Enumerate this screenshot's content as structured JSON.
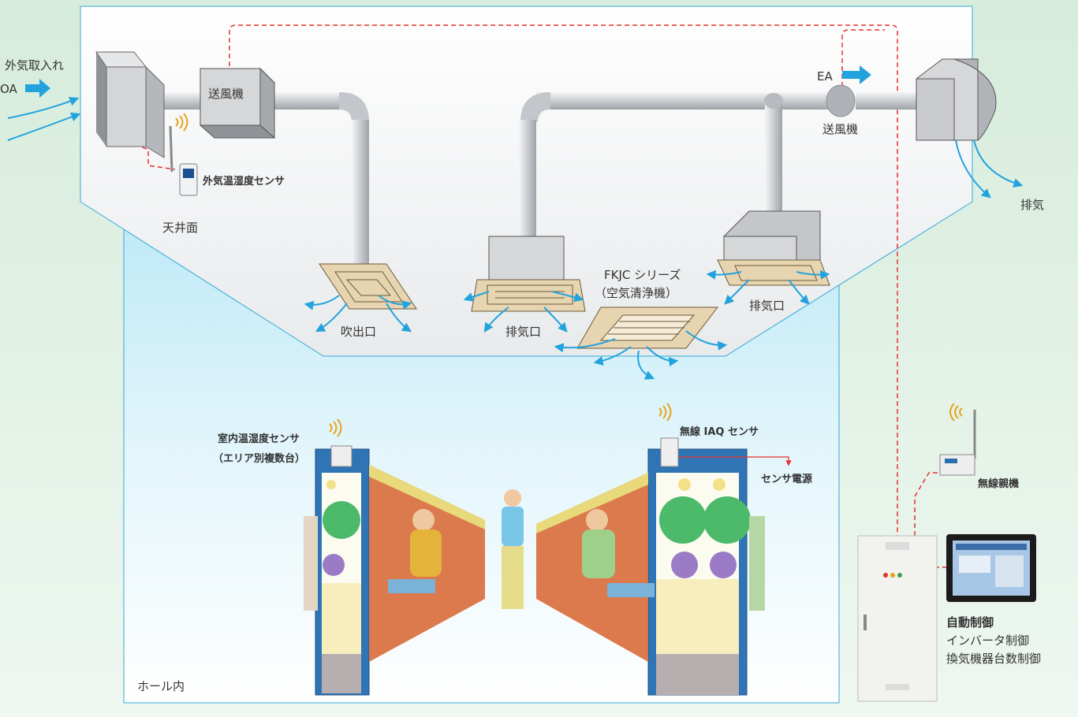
{
  "colors": {
    "bg_green": "#dcefe0",
    "hall_blue": "#cdeef8",
    "duct": "#c9ccd0",
    "box": "#d6d7d9",
    "panel": "#e7d4b0",
    "airflow": "#23a3dd",
    "signal": "#e6302e",
    "pachinko_blue": "#2f74b5"
  },
  "labels": {
    "outside_air_intake": "外気取入れ",
    "oa": "OA",
    "fan_supply": "送風機",
    "outdoor_sensor": "外気温湿度センサ",
    "ceiling": "天井面",
    "ea": "EA",
    "fan_exhaust": "送風機",
    "exhaust": "排気",
    "fkjc_line1": "FKJC シリーズ",
    "fkjc_line2": "（空気清浄機）",
    "outlet": "吹出口",
    "exhaust_port_1": "排気口",
    "exhaust_port_2": "排気口",
    "indoor_sensor_line1": "室内温湿度センサ",
    "indoor_sensor_line2": "（エリア別複数台）",
    "iaq_sensor": "無線 IAQ センサ",
    "sensor_power": "センサ電源",
    "wireless_master": "無線親機",
    "auto_control": "自動制御",
    "inverter_control": "インバータ制御",
    "unit_count_control": "換気機器台数制御",
    "hall": "ホール内"
  },
  "icons": {
    "wifi": "wifi-signal-icon",
    "arrow": "airflow-arrow-icon",
    "sensor": "sensor-device-icon",
    "controller": "control-panel-icon",
    "touchscreen": "touchscreen-monitor-icon"
  }
}
